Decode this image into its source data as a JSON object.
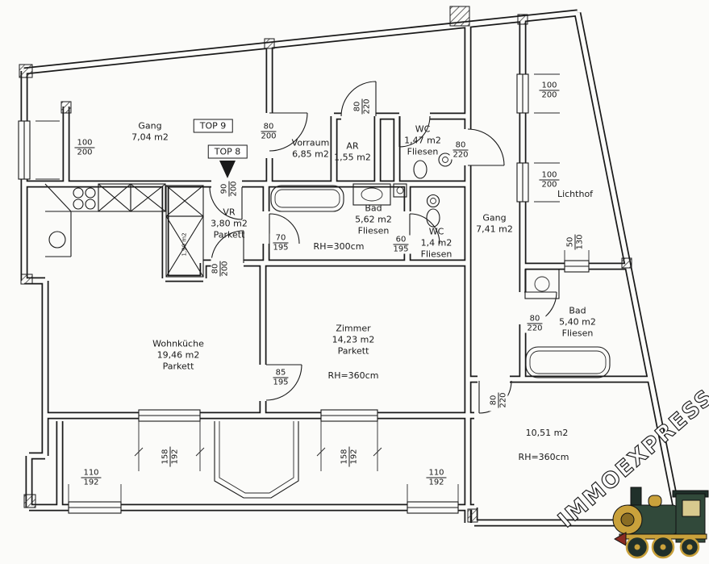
{
  "plan": {
    "rooms": {
      "gang_top": {
        "name": "Gang",
        "area": "7,04 m2"
      },
      "vorraum": {
        "name": "Vorraum",
        "area": "6,85 m2"
      },
      "ar": {
        "name": "AR",
        "area": "1,55 m2"
      },
      "wc_top": {
        "name": "WC",
        "area": "1,47 m2",
        "floor": "Fliesen"
      },
      "lichthof": {
        "name": "Lichthof"
      },
      "gang_right": {
        "name": "Gang",
        "area": "7,41 m2"
      },
      "vr": {
        "name": "VR",
        "area": "3,80 m2",
        "floor": "Parkett"
      },
      "bad_mid": {
        "name": "Bad",
        "area": "5,62 m2",
        "floor": "Fliesen",
        "height": "RH=300cm"
      },
      "wc_mid": {
        "name": "WC",
        "area": "1,4 m2",
        "floor": "Fliesen"
      },
      "wohnkueche": {
        "name": "Wohnküche",
        "area": "19,46 m2",
        "floor": "Parkett"
      },
      "zimmer": {
        "name": "Zimmer",
        "area": "14,23 m2",
        "floor": "Parkett",
        "height": "RH=360cm"
      },
      "bad_right": {
        "name": "Bad",
        "area": "5,40 m2",
        "floor": "Fliesen"
      },
      "room_br": {
        "area": "10,51 m2",
        "height": "RH=360cm"
      },
      "closet": {
        "area": "1,90 m2"
      }
    },
    "units": {
      "top9": "TOP 9",
      "top8": "TOP 8"
    },
    "dims": [
      {
        "w": "100",
        "h": "200"
      },
      {
        "w": "80",
        "h": "200"
      },
      {
        "w": "80",
        "h": "220"
      },
      {
        "w": "80",
        "h": "220"
      },
      {
        "w": "100",
        "h": "200"
      },
      {
        "w": "100",
        "h": "200"
      },
      {
        "w": "90",
        "h": "200"
      },
      {
        "w": "70",
        "h": "195"
      },
      {
        "w": "60",
        "h": "195"
      },
      {
        "w": "80",
        "h": "200"
      },
      {
        "w": "50",
        "h": "130"
      },
      {
        "w": "80",
        "h": "220"
      },
      {
        "w": "85",
        "h": "195"
      },
      {
        "w": "80",
        "h": "220"
      },
      {
        "w": "158",
        "h": "192"
      },
      {
        "w": "158",
        "h": "192"
      },
      {
        "w": "110",
        "h": "192"
      },
      {
        "w": "110",
        "h": "192"
      }
    ],
    "watermark": {
      "text": "IMMOEXPRESS"
    },
    "colors": {
      "line": "#1a1a1a",
      "watermark_fill": "#ffffff",
      "train_green": "#31493a",
      "train_gold": "#c9a13b",
      "train_red": "#8a2b22",
      "train_dark": "#20302a"
    }
  }
}
